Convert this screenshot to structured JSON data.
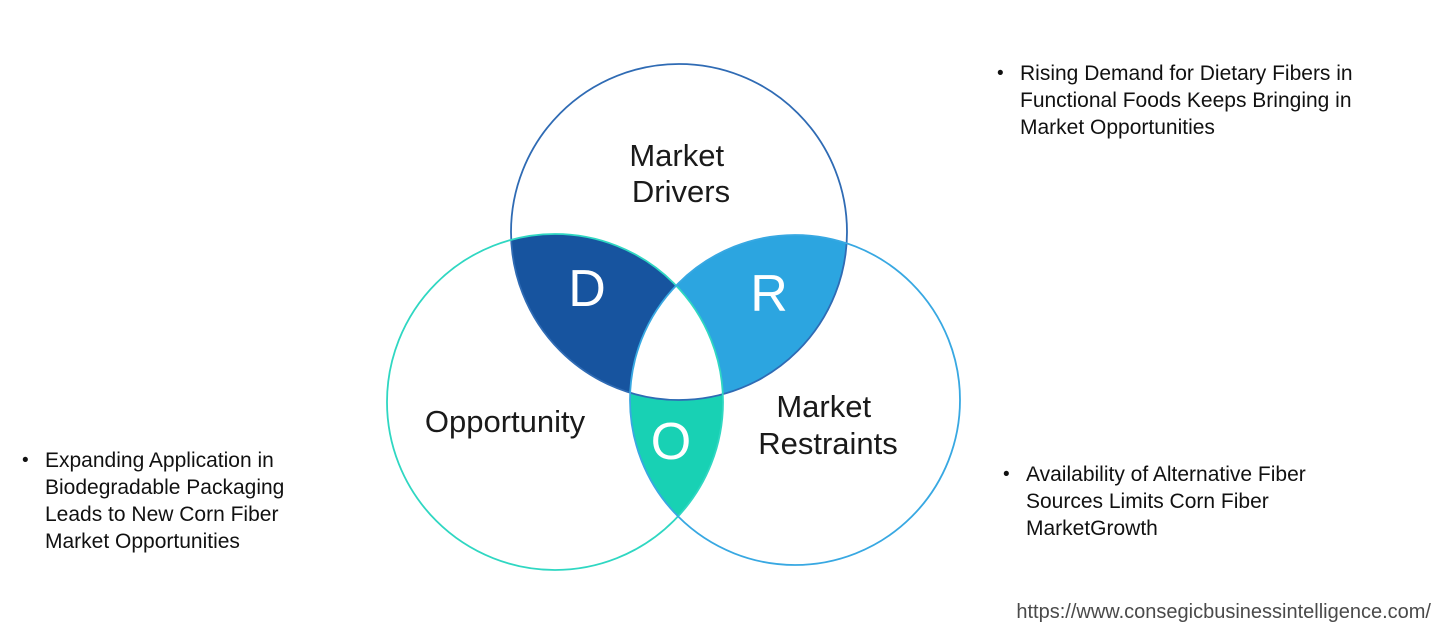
{
  "diagram": {
    "drivers": {
      "label_line1": "Market",
      "label_line2": "Drivers",
      "letter": "D"
    },
    "opportunity": {
      "label_line1": "Opportunity",
      "letter": "O"
    },
    "restraints": {
      "label_line1": "Market",
      "label_line2": "Restraints",
      "letter": "R"
    }
  },
  "colors": {
    "drivers_outline": "#2f6bb4",
    "opportunity_outline": "#2fd7c2",
    "restraints_outline": "#38a8e2",
    "d_region": "#17549f",
    "r_region": "#2ca5e0",
    "o_region": "#18d1b4",
    "center_region": "#ffffff",
    "letter": "#ffffff",
    "label_text": "#1a1a1a",
    "bullet_text": "#111111",
    "url_text": "#4a4a4a"
  },
  "bullets": {
    "marker": "•",
    "top_right": {
      "lines": [
        "Rising Demand for Dietary Fibers in",
        "Functional Foods Keeps Bringing in",
        "Market Opportunities"
      ]
    },
    "bottom_left": {
      "lines": [
        "Expanding Application in",
        "Biodegradable Packaging",
        "Leads to New Corn Fiber",
        "Market Opportunities"
      ]
    },
    "bottom_right": {
      "lines": [
        "Availability of Alternative Fiber",
        "Sources Limits Corn Fiber",
        "MarketGrowth"
      ]
    }
  },
  "footer": {
    "url": "https://www.consegicbusinessintelligence.com/"
  }
}
